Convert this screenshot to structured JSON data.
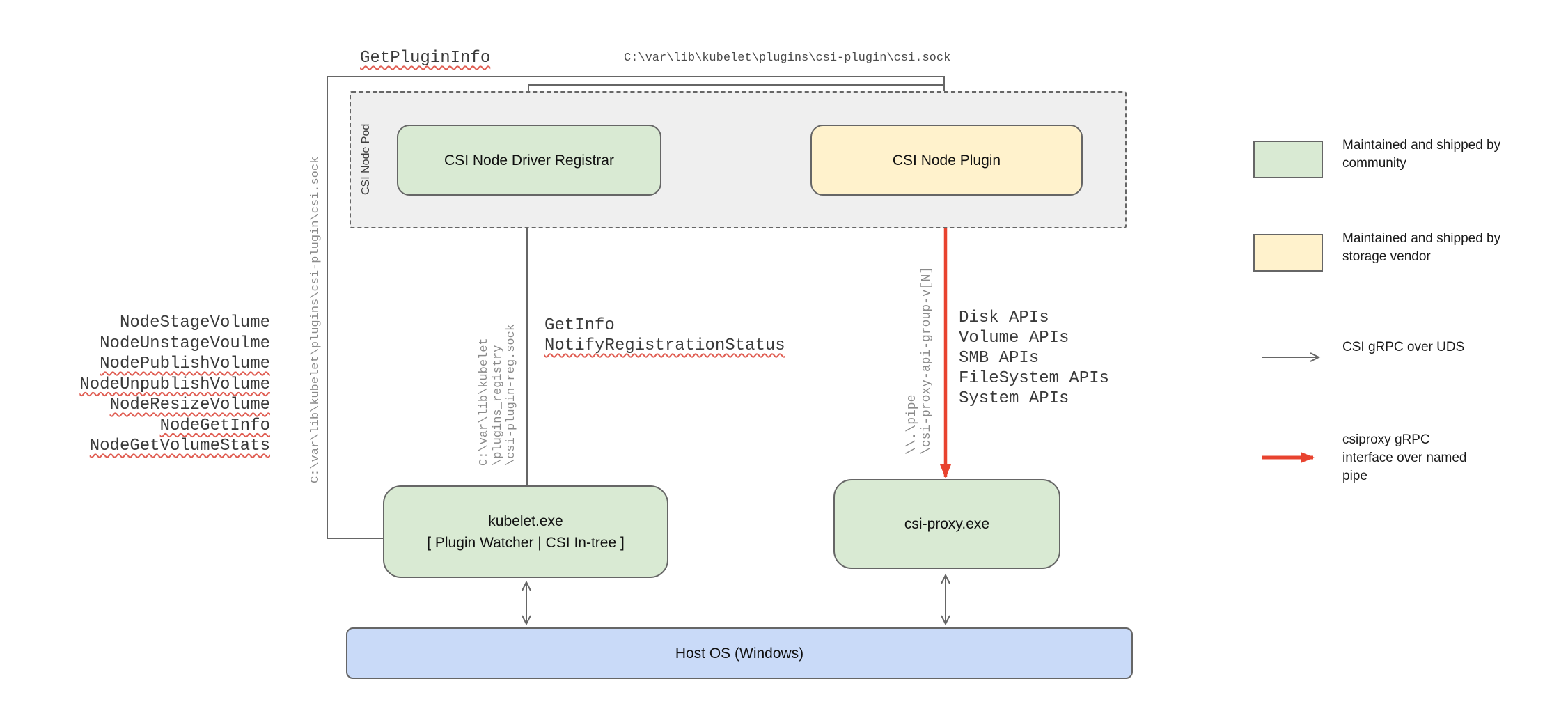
{
  "pod": {
    "label": "CSI Node Pod"
  },
  "boxes": {
    "registrar": "CSI Node Driver Registrar",
    "plugin": "CSI Node Plugin",
    "kubelet_line1": "kubelet.exe",
    "kubelet_line2": "[ Plugin Watcher | CSI In-tree ]",
    "csi_proxy": "csi-proxy.exe",
    "host_os": "Host OS (Windows)"
  },
  "labels": {
    "get_plugin_info": "GetPluginInfo",
    "top_socket_path": "C:\\var\\lib\\kubelet\\plugins\\csi-plugin\\csi.sock",
    "left_socket_path": "C:\\var\\lib\\kubelet\\plugins\\csi-plugin\\csi.sock",
    "get_info": "GetInfo",
    "notify_registration_status": "NotifyRegistrationStatus",
    "registry_path_line1": "C:\\var\\lib\\kubelet",
    "registry_path_line2": "\\plugins_registry",
    "registry_path_line3": "\\csi-plugin-reg.sock",
    "pipe_path_line1": "\\\\.\\pipe",
    "pipe_path_line2": "\\csi-proxy-api-group-v[N]"
  },
  "node_calls": [
    {
      "text": "NodeStageVolume",
      "squiggle": false
    },
    {
      "text": "NodeUnstageVoulme",
      "squiggle": false
    },
    {
      "text": "NodePublishVolume",
      "squiggle": true
    },
    {
      "text": "NodeUnpublishVolume",
      "squiggle": true
    },
    {
      "text": "NodeResizeVolume",
      "squiggle": true
    },
    {
      "text": "NodeGetInfo",
      "squiggle": true
    },
    {
      "text": "NodeGetVolumeStats",
      "squiggle": true
    }
  ],
  "api_list": {
    "0": "Disk APIs",
    "1": "Volume APIs",
    "2": "SMB APIs",
    "3": "FileSystem APIs",
    "4": "System APIs"
  },
  "legend": {
    "community": "Maintained and shipped by community",
    "vendor": "Maintained and shipped by storage vendor",
    "uds_arrow": "CSI gRPC over UDS",
    "pipe_arrow": "csiproxy gRPC interface over named pipe"
  },
  "colors": {
    "community_fill": "#d9ead3",
    "vendor_fill": "#fff2cc",
    "host_fill": "#c9daf8",
    "pod_fill": "#efefef",
    "line_gray": "#666666",
    "pipe_red": "#e8432f",
    "squiggle": "#e05d52"
  }
}
